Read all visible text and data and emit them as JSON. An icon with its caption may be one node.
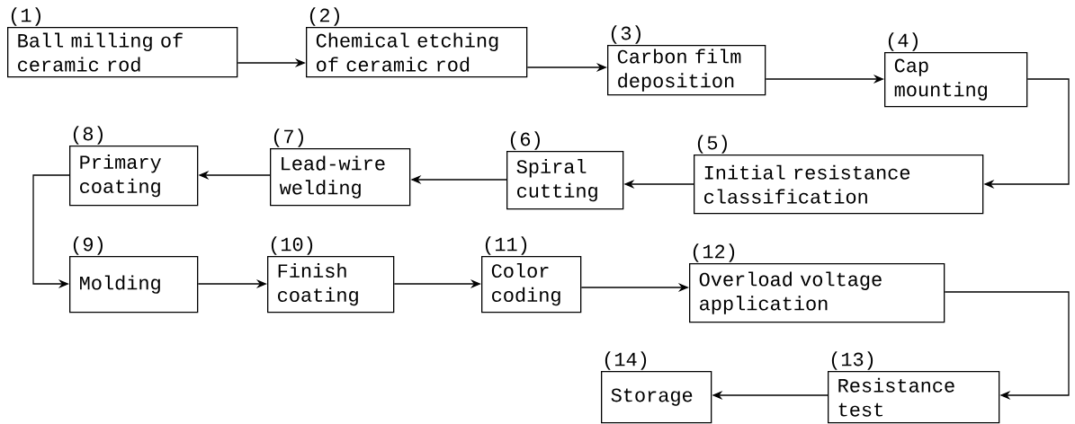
{
  "diagram": {
    "nodes": [
      {
        "text": [
          "(1)",
          "Ball milling of ceramic rod"
        ]
      },
      {
        "text": [
          "(2)",
          "Chemical etching of ceramic rod"
        ]
      },
      {
        "text": [
          "(3)",
          "Carbon film deposition"
        ]
      },
      {
        "text": [
          "(4)",
          "Cap mounting"
        ]
      },
      {
        "text": [
          "(5)",
          "Initial resistance classification"
        ]
      },
      {
        "text": [
          "(6)",
          "Spiral cutting"
        ]
      },
      {
        "text": [
          "(7)",
          "Lead-wire welding"
        ]
      },
      {
        "text": [
          "(8)",
          "Primary coating"
        ]
      },
      {
        "text": [
          "(9)",
          "Molding"
        ]
      },
      {
        "text": [
          "(10)",
          "Finish coating"
        ]
      },
      {
        "text": [
          "(11)",
          "Color coding"
        ]
      },
      {
        "text": [
          "(12)",
          "Overload voltage application"
        ]
      },
      {
        "text": [
          "(13)",
          "Resistance test"
        ]
      },
      {
        "text": [
          "(14)",
          "Storage"
        ]
      }
    ],
    "edges": [
      {
        "from": 0,
        "to": 1,
        "arrow": "to"
      },
      {
        "from": 1,
        "to": 2,
        "arrow": "to"
      },
      {
        "from": 2,
        "to": 3,
        "arrow": "to"
      },
      {
        "from": 3,
        "to": 4,
        "arrow": "to"
      },
      {
        "from": 4,
        "to": 5,
        "arrow": "to"
      },
      {
        "from": 5,
        "to": 6,
        "arrow": "to"
      },
      {
        "from": 6,
        "to": 7,
        "arrow": "to"
      },
      {
        "from": 7,
        "to": 8,
        "arrow": "to"
      },
      {
        "from": 8,
        "to": 9,
        "arrow": "to"
      },
      {
        "from": 9,
        "to": 10,
        "arrow": "to"
      },
      {
        "from": 10,
        "to": 11,
        "arrow": "to"
      },
      {
        "from": 11,
        "to": 12,
        "arrow": "to"
      },
      {
        "from": 12,
        "to": 13,
        "arrow": "to"
      }
    ]
  }
}
